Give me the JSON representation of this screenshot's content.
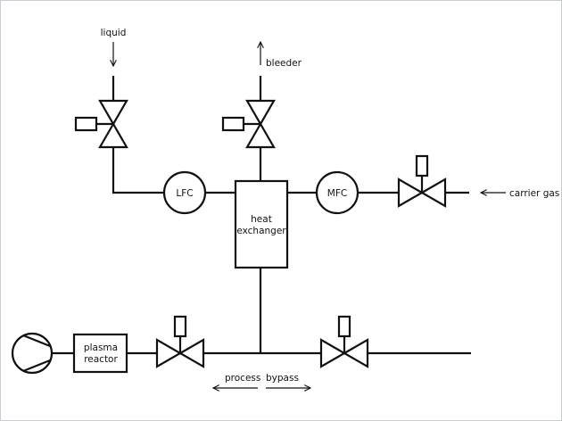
{
  "labels": {
    "liquid": "liquid",
    "bleeder": "bleeder",
    "carrier_gas": "carrier gas",
    "lfc": "LFC",
    "mfc": "MFC",
    "heat_exchanger_line1": "heat",
    "heat_exchanger_line2": "exchanger",
    "plasma_reactor_line1": "plasma",
    "plasma_reactor_line2": "reactor",
    "process": "process",
    "bypass": "bypass"
  },
  "colors": {
    "line": "#111111",
    "background": "#ffffff",
    "frame": "#c9cdd1"
  }
}
